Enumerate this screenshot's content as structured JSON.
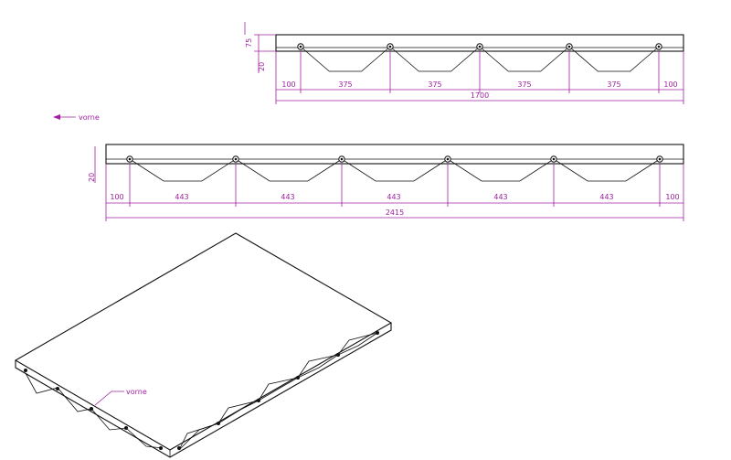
{
  "labels": {
    "front_arrow_label": "vorne",
    "iso_front_label": "vorne"
  },
  "view_small": {
    "height_dim": "75",
    "offset_dim": "20",
    "end_dim_left": "100",
    "end_dim_right": "100",
    "bay_dims": [
      "375",
      "375",
      "375",
      "375"
    ],
    "total_dim": "1700"
  },
  "view_large": {
    "offset_dim": "20",
    "end_dim_left": "100",
    "end_dim_right": "100",
    "bay_dims": [
      "443",
      "443",
      "443",
      "443",
      "443"
    ],
    "total_dim": "2415"
  },
  "colors": {
    "dimension": "#a020a0",
    "geometry": "#111111"
  }
}
